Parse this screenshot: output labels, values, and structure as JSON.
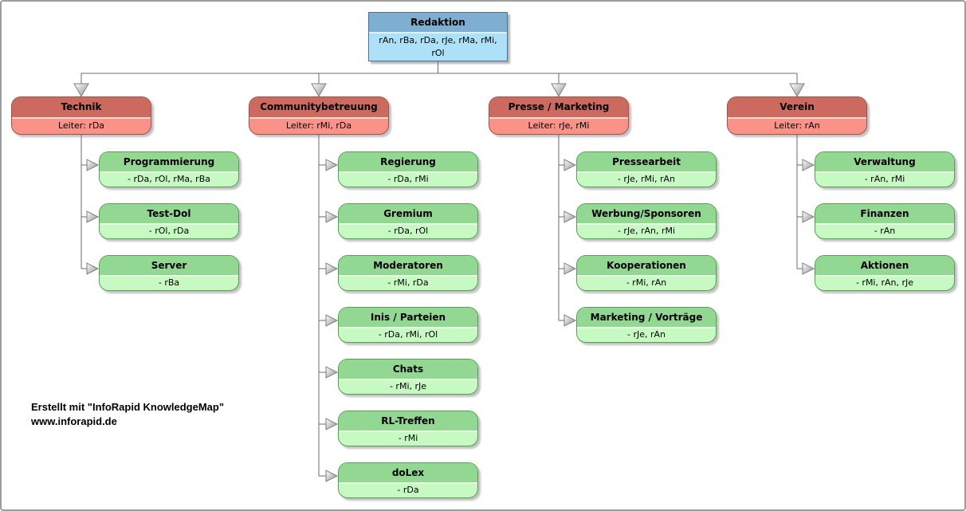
{
  "diagram": {
    "root": {
      "title": "Redaktion",
      "members": "rAn, rBa, rDa, rJe, rMa, rMi, rOl"
    },
    "branches": [
      {
        "title": "Technik",
        "subtitle": "Leiter: rDa",
        "children": [
          {
            "title": "Programmierung",
            "members": "- rDa, rOl, rMa, rBa"
          },
          {
            "title": "Test-Dol",
            "members": "- rOl, rDa"
          },
          {
            "title": "Server",
            "members": "- rBa"
          }
        ]
      },
      {
        "title": "Communitybetreuung",
        "subtitle": "Leiter: rMi, rDa",
        "children": [
          {
            "title": "Regierung",
            "members": "- rDa, rMi"
          },
          {
            "title": "Gremium",
            "members": "- rDa, rOl"
          },
          {
            "title": "Moderatoren",
            "members": "- rMi, rDa"
          },
          {
            "title": "Inis / Parteien",
            "members": "- rDa, rMi, rOl"
          },
          {
            "title": "Chats",
            "members": "- rMi, rJe"
          },
          {
            "title": "RL-Treffen",
            "members": "- rMi"
          },
          {
            "title": "doLex",
            "members": "- rDa"
          }
        ]
      },
      {
        "title": "Presse / Marketing",
        "subtitle": "Leiter: rJe, rMi",
        "children": [
          {
            "title": "Pressearbeit",
            "members": "- rJe, rMi, rAn"
          },
          {
            "title": "Werbung/Sponsoren",
            "members": "- rJe, rAn, rMi"
          },
          {
            "title": "Kooperationen",
            "members": "- rMi, rAn"
          },
          {
            "title": "Marketing / Vorträge",
            "members": "- rJe, rAn"
          }
        ]
      },
      {
        "title": "Verein",
        "subtitle": "Leiter: rAn",
        "children": [
          {
            "title": "Verwaltung",
            "members": "- rAn, rMi"
          },
          {
            "title": "Finanzen",
            "members": "- rAn"
          },
          {
            "title": "Aktionen",
            "members": "- rMi, rAn, rJe"
          }
        ]
      }
    ],
    "credit": {
      "line1": "Erstellt mit \"InfoRapid KnowledgeMap\"",
      "line2": "www.inforapid.de"
    },
    "colors": {
      "root_header": "#7fafd0",
      "root_body": "#ade1f7",
      "branch_header": "#cc6a5f",
      "branch_body": "#fa9288",
      "child_header": "#92d892",
      "child_body": "#c7fac2",
      "connector": "#6b6b6b"
    }
  }
}
